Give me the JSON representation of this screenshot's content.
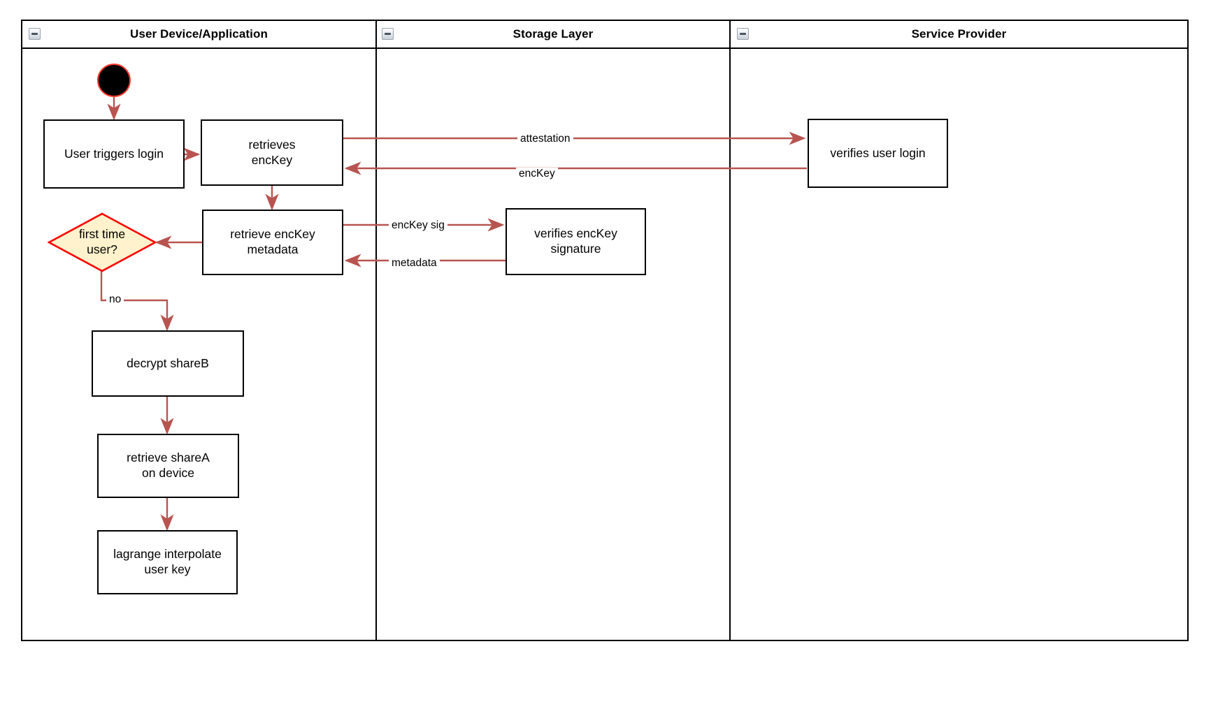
{
  "diagram": {
    "type": "swimlane-activity-diagram",
    "colors": {
      "lane_border": "#000000",
      "node_border": "#000000",
      "node_fill": "#ffffff",
      "edge": "#b85450",
      "decision_fill": "#fff2cc",
      "decision_border": "#ff0000",
      "start_fill": "#000000",
      "start_ring": "#ff3b30",
      "background": "#ffffff"
    },
    "lanes": [
      {
        "id": "lane-user-device",
        "title": "User Device/Application",
        "collapse_icon": "collapse-minus-icon"
      },
      {
        "id": "lane-storage",
        "title": "Storage Layer",
        "collapse_icon": "collapse-minus-icon"
      },
      {
        "id": "lane-service-provider",
        "title": "Service Provider",
        "collapse_icon": "collapse-minus-icon"
      }
    ],
    "nodes": [
      {
        "id": "start",
        "shape": "start-circle",
        "label": "",
        "lane": "lane-user-device"
      },
      {
        "id": "user-triggers-login",
        "shape": "process",
        "label": "User triggers login",
        "lane": "lane-user-device"
      },
      {
        "id": "retrieves-enckey",
        "shape": "process",
        "label": "retrieves\nencKey",
        "lane": "lane-user-device"
      },
      {
        "id": "retrieve-enckey-metadata",
        "shape": "process",
        "label": "retrieve encKey\nmetadata",
        "lane": "lane-user-device"
      },
      {
        "id": "first-time-user",
        "shape": "decision",
        "label": "first time\nuser?",
        "lane": "lane-user-device"
      },
      {
        "id": "decrypt-shareb",
        "shape": "process",
        "label": "decrypt shareB",
        "lane": "lane-user-device"
      },
      {
        "id": "retrieve-sharea-on-device",
        "shape": "process",
        "label": "retrieve shareA\non device",
        "lane": "lane-user-device"
      },
      {
        "id": "lagrange-interpolate-user-key",
        "shape": "process",
        "label": "lagrange interpolate\nuser key",
        "lane": "lane-user-device"
      },
      {
        "id": "verifies-enckey-signature",
        "shape": "process",
        "label": "verifies encKey\nsignature",
        "lane": "lane-storage"
      },
      {
        "id": "verifies-user-login",
        "shape": "process",
        "label": "verifies user login",
        "lane": "lane-service-provider"
      }
    ],
    "edges": [
      {
        "id": "e-start-login",
        "from": "start",
        "to": "user-triggers-login",
        "label": ""
      },
      {
        "id": "e-login-retrieves",
        "from": "user-triggers-login",
        "to": "retrieves-enckey",
        "label": ""
      },
      {
        "id": "e-attestation",
        "from": "retrieves-enckey",
        "to": "verifies-user-login",
        "label": "attestation"
      },
      {
        "id": "e-enckey",
        "from": "verifies-user-login",
        "to": "retrieves-enckey",
        "label": "encKey"
      },
      {
        "id": "e-retrieves-metadata",
        "from": "retrieves-enckey",
        "to": "retrieve-enckey-metadata",
        "label": ""
      },
      {
        "id": "e-enckey-sig",
        "from": "retrieve-enckey-metadata",
        "to": "verifies-enckey-signature",
        "label": "encKey sig"
      },
      {
        "id": "e-metadata",
        "from": "verifies-enckey-signature",
        "to": "retrieve-enckey-metadata",
        "label": "metadata"
      },
      {
        "id": "e-metadata-decision",
        "from": "retrieve-enckey-metadata",
        "to": "first-time-user",
        "label": ""
      },
      {
        "id": "e-no",
        "from": "first-time-user",
        "to": "decrypt-shareb",
        "label": "no"
      },
      {
        "id": "e-decrypt-retrieve",
        "from": "decrypt-shareb",
        "to": "retrieve-sharea-on-device",
        "label": ""
      },
      {
        "id": "e-retrieve-lagrange",
        "from": "retrieve-sharea-on-device",
        "to": "lagrange-interpolate-user-key",
        "label": ""
      }
    ]
  }
}
